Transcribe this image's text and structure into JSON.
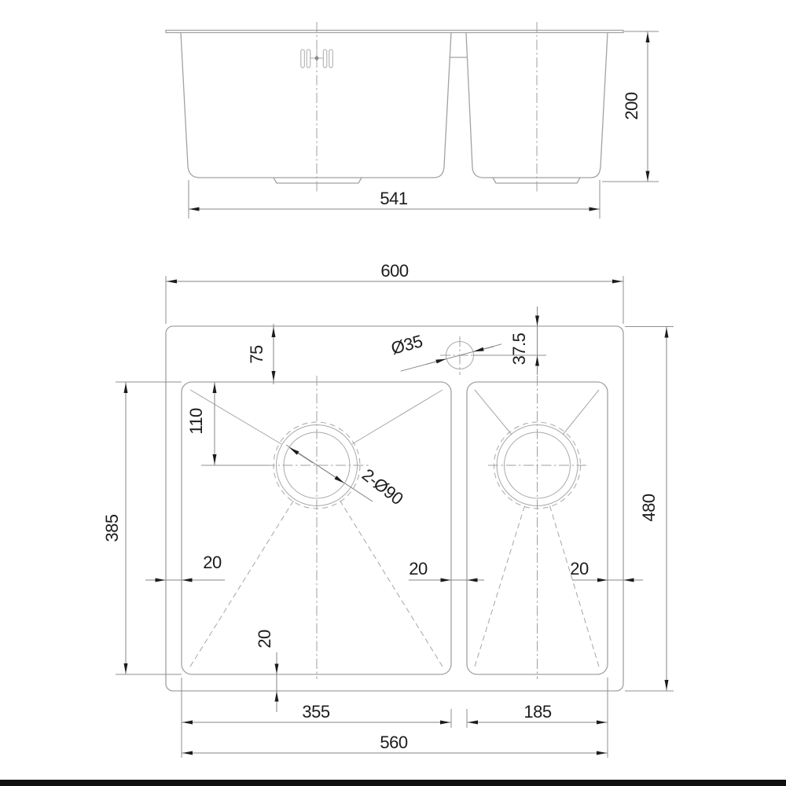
{
  "drawing": {
    "type": "kitchen-sink technical drawing, two views",
    "colors": {
      "ink": "#1c1c1c",
      "geometry_line": "#a2a2a2",
      "dimension_line": "#868686",
      "background": "#ffffff"
    },
    "side_view": {
      "name": "front elevation of double-bowl sink",
      "width_bottom": "541",
      "depth": "200"
    },
    "plan_view": {
      "name": "top plan of double-bowl sink",
      "overall_width": "600",
      "overall_height": "480",
      "rim_to_bowl_top": "75",
      "tap_hole_offset": "37.5",
      "tap_hole_diameter": "Ø35",
      "bowl_top_to_drain": "110",
      "drain_label": "2-Ø90",
      "bowl_depth": "385",
      "left_margin": "20",
      "middle_gap": "20",
      "right_margin": "20",
      "bottom_margin": "20",
      "left_bowl_width": "355",
      "right_bowl_width": "185",
      "bowls_total_width": "560"
    }
  }
}
